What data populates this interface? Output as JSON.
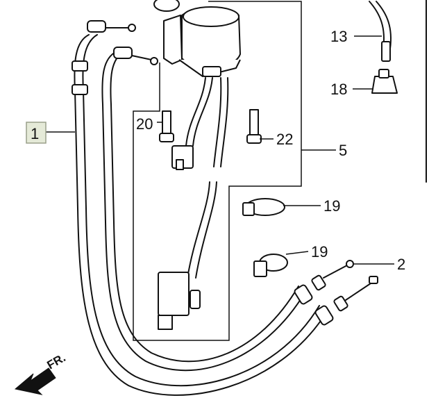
{
  "callouts": {
    "p1": "1",
    "p2": "2",
    "p5": "5",
    "p13": "13",
    "p18": "18",
    "p19a": "19",
    "p19b": "19",
    "p20": "20",
    "p22": "22"
  },
  "direction": {
    "label": "FR."
  },
  "colors": {
    "line": "#111111",
    "background": "#ffffff",
    "highlight_box": "#e5ead8"
  }
}
